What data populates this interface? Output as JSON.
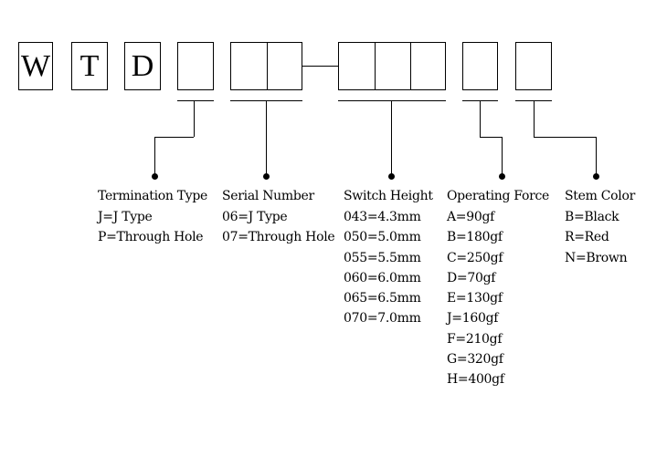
{
  "code": {
    "letters": [
      "W",
      "T",
      "D"
    ]
  },
  "groups": [
    {
      "title": "Termination Type",
      "options": [
        "J=J Type",
        "P=Through Hole"
      ]
    },
    {
      "title": "Serial Number",
      "options": [
        "06=J Type",
        "07=Through Hole"
      ]
    },
    {
      "title": "Switch Height",
      "options": [
        "043=4.3mm",
        "050=5.0mm",
        "055=5.5mm",
        "060=6.0mm",
        "065=6.5mm",
        "070=7.0mm"
      ]
    },
    {
      "title": "Operating Force",
      "options": [
        "A=90gf",
        "B=180gf",
        "C=250gf",
        "D=70gf",
        "E=130gf",
        "J=160gf",
        "F=210gf",
        "G=320gf",
        "H=400gf"
      ]
    },
    {
      "title": "Stem Color",
      "options": [
        "B=Black",
        "R=Red",
        "N=Brown"
      ]
    }
  ]
}
